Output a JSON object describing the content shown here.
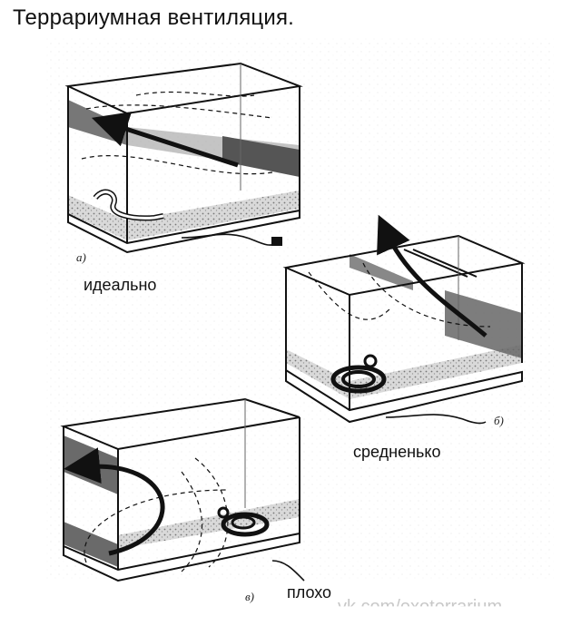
{
  "title": "Террариумная вентиляция.",
  "panels": {
    "a": {
      "label": "а)",
      "caption": "идеально"
    },
    "b": {
      "label": "б)",
      "caption": "средненько"
    },
    "c": {
      "label": "в)",
      "caption": "плохо"
    }
  },
  "watermark": "vk.com/exoterrarium"
}
